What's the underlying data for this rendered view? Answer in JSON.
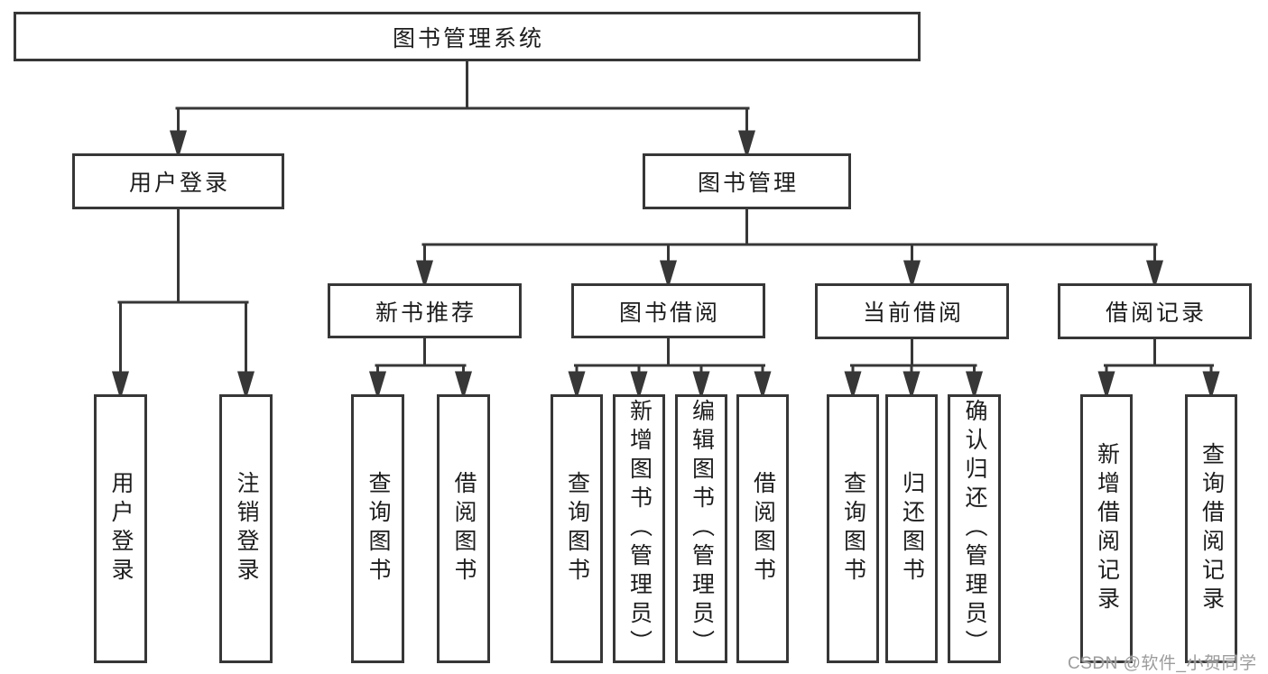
{
  "diagram": {
    "type": "tree",
    "title": "图书管理系统",
    "line_color": "#373737",
    "box_fill": "#ffffff",
    "text_color": "#1d1d1d",
    "nodes": [
      {
        "id": "root",
        "label": "图书管理系统",
        "level": 1
      },
      {
        "id": "user-login",
        "label": "用户登录",
        "level": 2
      },
      {
        "id": "book-mgmt",
        "label": "图书管理",
        "level": 2
      },
      {
        "id": "new-books",
        "label": "新书推荐",
        "level": 3
      },
      {
        "id": "book-borrow",
        "label": "图书借阅",
        "level": 3
      },
      {
        "id": "current-borrow",
        "label": "当前借阅",
        "level": 3
      },
      {
        "id": "borrow-records",
        "label": "借阅记录",
        "level": 3
      },
      {
        "id": "ul-login",
        "label": "用户登录",
        "level": 4,
        "vertical": true
      },
      {
        "id": "ul-logout",
        "label": "注销登录",
        "level": 4,
        "vertical": true
      },
      {
        "id": "nb-query",
        "label": "查询图书",
        "level": 4,
        "vertical": true
      },
      {
        "id": "nb-borrow",
        "label": "借阅图书",
        "level": 4,
        "vertical": true
      },
      {
        "id": "bb-query",
        "label": "查询图书",
        "level": 4,
        "vertical": true
      },
      {
        "id": "bb-add",
        "label": "新增图书（管理员）",
        "level": 4,
        "vertical": true
      },
      {
        "id": "bb-edit",
        "label": "编辑图书（管理员）",
        "level": 4,
        "vertical": true
      },
      {
        "id": "bb-borrow",
        "label": "借阅图书",
        "level": 4,
        "vertical": true
      },
      {
        "id": "cb-query",
        "label": "查询图书",
        "level": 4,
        "vertical": true
      },
      {
        "id": "cb-return",
        "label": "归还图书",
        "level": 4,
        "vertical": true
      },
      {
        "id": "cb-confirm",
        "label": "确认归还（管理员）",
        "level": 4,
        "vertical": true
      },
      {
        "id": "br-add",
        "label": "新增借阅记录",
        "level": 4,
        "vertical": true
      },
      {
        "id": "br-query",
        "label": "查询借阅记录",
        "level": 4,
        "vertical": true
      }
    ],
    "edges": [
      [
        "root",
        "user-login"
      ],
      [
        "root",
        "book-mgmt"
      ],
      [
        "user-login",
        "ul-login"
      ],
      [
        "user-login",
        "ul-logout"
      ],
      [
        "book-mgmt",
        "new-books"
      ],
      [
        "book-mgmt",
        "book-borrow"
      ],
      [
        "book-mgmt",
        "current-borrow"
      ],
      [
        "book-mgmt",
        "borrow-records"
      ],
      [
        "new-books",
        "nb-query"
      ],
      [
        "new-books",
        "nb-borrow"
      ],
      [
        "book-borrow",
        "bb-query"
      ],
      [
        "book-borrow",
        "bb-add"
      ],
      [
        "book-borrow",
        "bb-edit"
      ],
      [
        "book-borrow",
        "bb-borrow"
      ],
      [
        "current-borrow",
        "cb-query"
      ],
      [
        "current-borrow",
        "cb-return"
      ],
      [
        "current-borrow",
        "cb-confirm"
      ],
      [
        "borrow-records",
        "br-add"
      ],
      [
        "borrow-records",
        "br-query"
      ]
    ]
  },
  "watermark": {
    "text": "CSDN @软件_小贺同学"
  }
}
